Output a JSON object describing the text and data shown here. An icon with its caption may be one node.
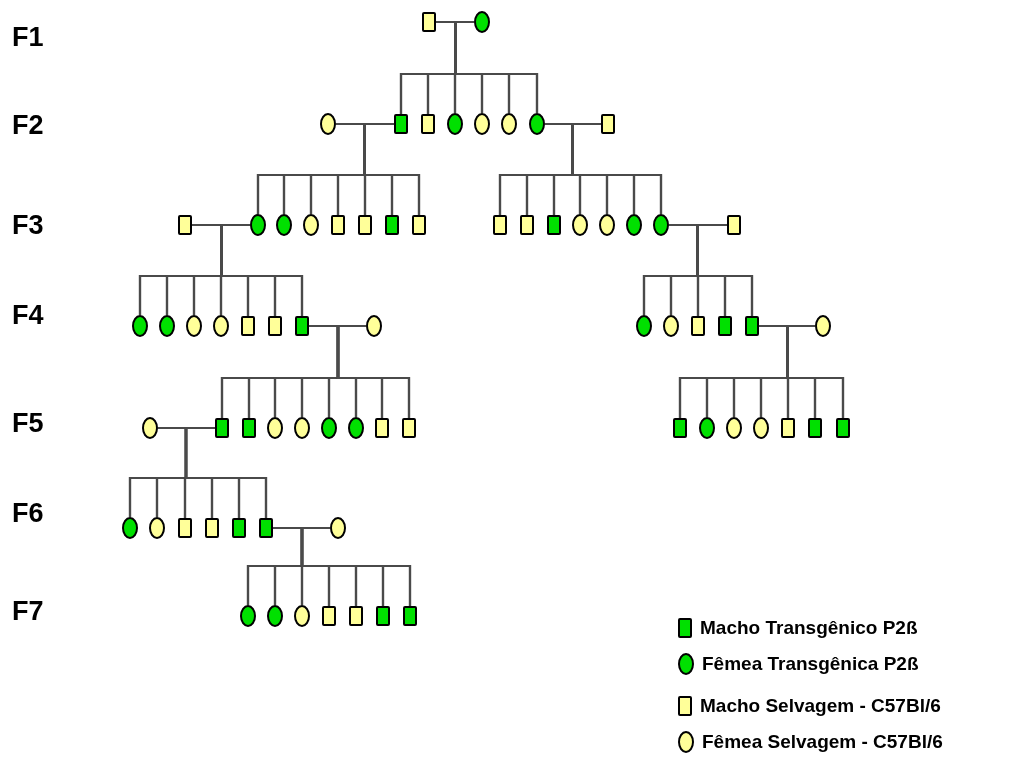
{
  "diagram": {
    "nodes": [
      {
        "text": [],
        "shape": "box"
      },
      {
        "text": [],
        "shape": "circle"
      },
      {
        "text": [],
        "shape": "circle"
      },
      {
        "text": [],
        "shape": "box"
      },
      {
        "text": [],
        "shape": "box"
      },
      {
        "text": [],
        "shape": "circle"
      },
      {
        "text": [],
        "shape": "circle"
      },
      {
        "text": [],
        "shape": "circle"
      },
      {
        "text": [],
        "shape": "circle"
      },
      {
        "text": [],
        "shape": "box"
      },
      {
        "text": [],
        "shape": "box"
      },
      {
        "text": [],
        "shape": "circle"
      },
      {
        "text": [],
        "shape": "circle"
      },
      {
        "text": [],
        "shape": "circle"
      },
      {
        "text": [],
        "shape": "box"
      },
      {
        "text": [],
        "shape": "box"
      },
      {
        "text": [],
        "shape": "box"
      },
      {
        "text": [],
        "shape": "box"
      },
      {
        "text": [],
        "shape": "box"
      },
      {
        "text": [],
        "shape": "box"
      },
      {
        "text": [],
        "shape": "box"
      },
      {
        "text": [],
        "shape": "circle"
      },
      {
        "text": [],
        "shape": "circle"
      },
      {
        "text": [],
        "shape": "circle"
      },
      {
        "text": [],
        "shape": "circle"
      },
      {
        "text": [],
        "shape": "box"
      },
      {
        "text": [],
        "shape": "circle"
      },
      {
        "text": [],
        "shape": "circle"
      },
      {
        "text": [],
        "shape": "circle"
      },
      {
        "text": [],
        "shape": "circle"
      },
      {
        "text": [],
        "shape": "box"
      },
      {
        "text": [],
        "shape": "box"
      },
      {
        "text": [],
        "shape": "box"
      },
      {
        "text": [],
        "shape": "circle"
      },
      {
        "text": [],
        "shape": "circle"
      },
      {
        "text": [],
        "shape": "circle"
      },
      {
        "text": [],
        "shape": "box"
      },
      {
        "text": [],
        "shape": "box"
      },
      {
        "text": [],
        "shape": "box"
      },
      {
        "text": [],
        "shape": "circle"
      },
      {
        "text": [],
        "shape": "circle"
      },
      {
        "text": [],
        "shape": "box"
      },
      {
        "text": [],
        "shape": "box"
      },
      {
        "text": [],
        "shape": "circle"
      },
      {
        "text": [],
        "shape": "circle"
      },
      {
        "text": [],
        "shape": "circle"
      },
      {
        "text": [],
        "shape": "circle"
      },
      {
        "text": [],
        "shape": "box"
      },
      {
        "text": [],
        "shape": "box"
      },
      {
        "text": [],
        "shape": "box"
      },
      {
        "text": [],
        "shape": "circle"
      },
      {
        "text": [],
        "shape": "circle"
      },
      {
        "text": [],
        "shape": "circle"
      },
      {
        "text": [],
        "shape": "box"
      },
      {
        "text": [],
        "shape": "box"
      },
      {
        "text": [],
        "shape": "box"
      },
      {
        "text": [],
        "shape": "circle"
      },
      {
        "text": [],
        "shape": "circle"
      },
      {
        "text": [],
        "shape": "box"
      },
      {
        "text": [],
        "shape": "box"
      },
      {
        "text": [],
        "shape": "box"
      },
      {
        "text": [],
        "shape": "box"
      },
      {
        "text": [],
        "shape": "circle"
      },
      {
        "text": [],
        "shape": "circle"
      },
      {
        "text": [],
        "shape": "circle"
      },
      {
        "text": [],
        "shape": "circle"
      },
      {
        "text": [],
        "shape": "box"
      },
      {
        "text": [],
        "shape": "box"
      },
      {
        "text": [],
        "shape": "box"
      },
      {
        "text": [],
        "shape": "box"
      }
    ],
    "edges": [
      {
        "from": 0,
        "to": 3,
        "arrow": "none"
      },
      {
        "from": 1,
        "to": 3,
        "arrow": "none"
      },
      {
        "from": 0,
        "to": 4,
        "arrow": "none"
      },
      {
        "from": 1,
        "to": 4,
        "arrow": "none"
      },
      {
        "from": 0,
        "to": 5,
        "arrow": "none"
      },
      {
        "from": 1,
        "to": 5,
        "arrow": "none"
      },
      {
        "from": 0,
        "to": 6,
        "arrow": "none"
      },
      {
        "from": 1,
        "to": 6,
        "arrow": "none"
      },
      {
        "from": 0,
        "to": 7,
        "arrow": "none"
      },
      {
        "from": 1,
        "to": 7,
        "arrow": "none"
      },
      {
        "from": 0,
        "to": 8,
        "arrow": "none"
      },
      {
        "from": 1,
        "to": 8,
        "arrow": "none"
      },
      {
        "from": 2,
        "to": 11,
        "arrow": "none"
      },
      {
        "from": 3,
        "to": 11,
        "arrow": "none"
      },
      {
        "from": 2,
        "to": 12,
        "arrow": "none"
      },
      {
        "from": 3,
        "to": 12,
        "arrow": "none"
      },
      {
        "from": 2,
        "to": 13,
        "arrow": "none"
      },
      {
        "from": 3,
        "to": 13,
        "arrow": "none"
      },
      {
        "from": 2,
        "to": 14,
        "arrow": "none"
      },
      {
        "from": 3,
        "to": 14,
        "arrow": "none"
      },
      {
        "from": 2,
        "to": 15,
        "arrow": "none"
      },
      {
        "from": 3,
        "to": 15,
        "arrow": "none"
      },
      {
        "from": 2,
        "to": 16,
        "arrow": "none"
      },
      {
        "from": 3,
        "to": 16,
        "arrow": "none"
      },
      {
        "from": 2,
        "to": 17,
        "arrow": "none"
      },
      {
        "from": 3,
        "to": 17,
        "arrow": "none"
      },
      {
        "from": 8,
        "to": 18,
        "arrow": "none"
      },
      {
        "from": 9,
        "to": 18,
        "arrow": "none"
      },
      {
        "from": 8,
        "to": 19,
        "arrow": "none"
      },
      {
        "from": 9,
        "to": 19,
        "arrow": "none"
      },
      {
        "from": 8,
        "to": 20,
        "arrow": "none"
      },
      {
        "from": 9,
        "to": 20,
        "arrow": "none"
      },
      {
        "from": 8,
        "to": 21,
        "arrow": "none"
      },
      {
        "from": 9,
        "to": 21,
        "arrow": "none"
      },
      {
        "from": 8,
        "to": 22,
        "arrow": "none"
      },
      {
        "from": 9,
        "to": 22,
        "arrow": "none"
      },
      {
        "from": 8,
        "to": 23,
        "arrow": "none"
      },
      {
        "from": 9,
        "to": 23,
        "arrow": "none"
      },
      {
        "from": 8,
        "to": 24,
        "arrow": "none"
      },
      {
        "from": 9,
        "to": 24,
        "arrow": "none"
      },
      {
        "from": 10,
        "to": 26,
        "arrow": "none"
      },
      {
        "from": 11,
        "to": 26,
        "arrow": "none"
      },
      {
        "from": 10,
        "to": 27,
        "arrow": "none"
      },
      {
        "from": 11,
        "to": 27,
        "arrow": "none"
      },
      {
        "from": 10,
        "to": 28,
        "arrow": "none"
      },
      {
        "from": 11,
        "to": 28,
        "arrow": "none"
      },
      {
        "from": 10,
        "to": 29,
        "arrow": "none"
      },
      {
        "from": 11,
        "to": 29,
        "arrow": "none"
      },
      {
        "from": 10,
        "to": 30,
        "arrow": "none"
      },
      {
        "from": 11,
        "to": 30,
        "arrow": "none"
      },
      {
        "from": 10,
        "to": 31,
        "arrow": "none"
      },
      {
        "from": 11,
        "to": 31,
        "arrow": "none"
      },
      {
        "from": 10,
        "to": 32,
        "arrow": "none"
      },
      {
        "from": 11,
        "to": 32,
        "arrow": "none"
      },
      {
        "from": 24,
        "to": 34,
        "arrow": "none"
      },
      {
        "from": 25,
        "to": 34,
        "arrow": "none"
      },
      {
        "from": 24,
        "to": 35,
        "arrow": "none"
      },
      {
        "from": 25,
        "to": 35,
        "arrow": "none"
      },
      {
        "from": 24,
        "to": 36,
        "arrow": "none"
      },
      {
        "from": 25,
        "to": 36,
        "arrow": "none"
      },
      {
        "from": 24,
        "to": 37,
        "arrow": "none"
      },
      {
        "from": 25,
        "to": 37,
        "arrow": "none"
      },
      {
        "from": 24,
        "to": 38,
        "arrow": "none"
      },
      {
        "from": 25,
        "to": 38,
        "arrow": "none"
      },
      {
        "from": 32,
        "to": 41,
        "arrow": "none"
      },
      {
        "from": 33,
        "to": 41,
        "arrow": "none"
      },
      {
        "from": 32,
        "to": 42,
        "arrow": "none"
      },
      {
        "from": 33,
        "to": 42,
        "arrow": "none"
      },
      {
        "from": 32,
        "to": 43,
        "arrow": "none"
      },
      {
        "from": 33,
        "to": 43,
        "arrow": "none"
      },
      {
        "from": 32,
        "to": 44,
        "arrow": "none"
      },
      {
        "from": 33,
        "to": 44,
        "arrow": "none"
      },
      {
        "from": 32,
        "to": 45,
        "arrow": "none"
      },
      {
        "from": 33,
        "to": 45,
        "arrow": "none"
      },
      {
        "from": 32,
        "to": 46,
        "arrow": "none"
      },
      {
        "from": 33,
        "to": 46,
        "arrow": "none"
      },
      {
        "from": 32,
        "to": 47,
        "arrow": "none"
      },
      {
        "from": 33,
        "to": 47,
        "arrow": "none"
      },
      {
        "from": 32,
        "to": 48,
        "arrow": "none"
      },
      {
        "from": 33,
        "to": 48,
        "arrow": "none"
      },
      {
        "from": 38,
        "to": 49,
        "arrow": "none"
      },
      {
        "from": 39,
        "to": 49,
        "arrow": "none"
      },
      {
        "from": 38,
        "to": 50,
        "arrow": "none"
      },
      {
        "from": 39,
        "to": 50,
        "arrow": "none"
      },
      {
        "from": 38,
        "to": 51,
        "arrow": "none"
      },
      {
        "from": 39,
        "to": 51,
        "arrow": "none"
      },
      {
        "from": 38,
        "to": 52,
        "arrow": "none"
      },
      {
        "from": 39,
        "to": 52,
        "arrow": "none"
      },
      {
        "from": 38,
        "to": 53,
        "arrow": "none"
      },
      {
        "from": 39,
        "to": 53,
        "arrow": "none"
      },
      {
        "from": 38,
        "to": 54,
        "arrow": "none"
      },
      {
        "from": 39,
        "to": 54,
        "arrow": "none"
      },
      {
        "from": 38,
        "to": 55,
        "arrow": "none"
      },
      {
        "from": 39,
        "to": 55,
        "arrow": "none"
      },
      {
        "from": 40,
        "to": 56,
        "arrow": "none"
      },
      {
        "from": 41,
        "to": 56,
        "arrow": "none"
      },
      {
        "from": 40,
        "to": 57,
        "arrow": "none"
      },
      {
        "from": 41,
        "to": 57,
        "arrow": "none"
      },
      {
        "from": 40,
        "to": 58,
        "arrow": "none"
      },
      {
        "from": 41,
        "to": 58,
        "arrow": "none"
      },
      {
        "from": 40,
        "to": 59,
        "arrow": "none"
      },
      {
        "from": 41,
        "to": 59,
        "arrow": "none"
      },
      {
        "from": 40,
        "to": 60,
        "arrow": "none"
      },
      {
        "from": 41,
        "to": 60,
        "arrow": "none"
      },
      {
        "from": 40,
        "to": 61,
        "arrow": "none"
      },
      {
        "from": 41,
        "to": 61,
        "arrow": "none"
      },
      {
        "from": 61,
        "to": 63,
        "arrow": "none"
      },
      {
        "from": 62,
        "to": 63,
        "arrow": "none"
      },
      {
        "from": 61,
        "to": 64,
        "arrow": "none"
      },
      {
        "from": 62,
        "to": 64,
        "arrow": "none"
      },
      {
        "from": 61,
        "to": 65,
        "arrow": "none"
      },
      {
        "from": 62,
        "to": 65,
        "arrow": "none"
      },
      {
        "from": 61,
        "to": 66,
        "arrow": "none"
      },
      {
        "from": 62,
        "to": 66,
        "arrow": "none"
      },
      {
        "from": 61,
        "to": 67,
        "arrow": "none"
      },
      {
        "from": 62,
        "to": 67,
        "arrow": "none"
      },
      {
        "from": 61,
        "to": 68,
        "arrow": "none"
      },
      {
        "from": 62,
        "to": 68,
        "arrow": "none"
      },
      {
        "from": 61,
        "to": 69,
        "arrow": "none"
      },
      {
        "from": 62,
        "to": 69,
        "arrow": "none"
      }
    ],
    "labels": [
      "F1",
      "F2",
      "F3",
      "F4",
      "F5",
      "F6",
      "F7"
    ],
    "legend": [
      {
        "text": "Macho Transgênico P2ß",
        "color": "#00e000"
      },
      {
        "text": "Fêmea Transgênica P2ß",
        "color": "#00e000"
      },
      {
        "text": "Macho Selvagem - C57Bl/6",
        "color": "#ffff99"
      },
      {
        "text": "Fêmea Selvagem - C57Bl/6",
        "color": "#ffff99"
      }
    ]
  }
}
